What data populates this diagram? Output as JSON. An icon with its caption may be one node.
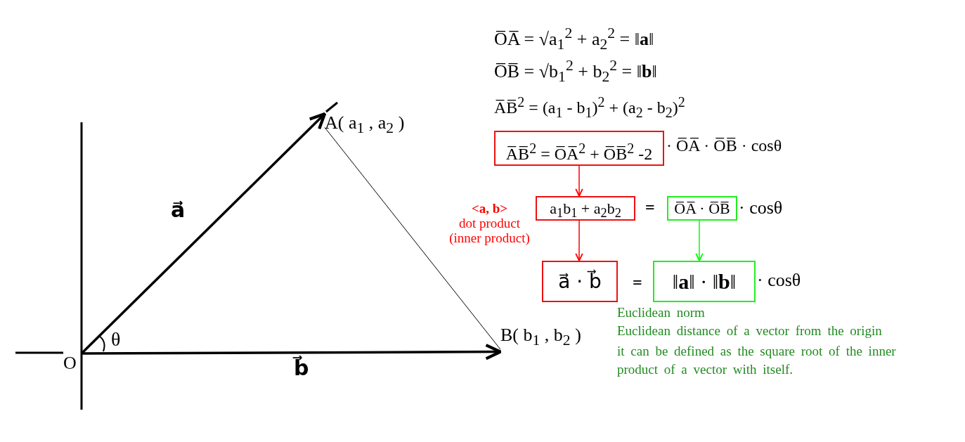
{
  "diagram": {
    "nodes": [
      {
        "text": [
          "O"
        ]
      },
      {
        "text": [
          "A( a$_{1}$ , a$_{2}$ )"
        ]
      },
      {
        "text": [
          "B( b$_{1}$ , b$_{2}$ )"
        ]
      },
      {
        "text": [
          "A̅B̅$^{2}$ = O̅A̅$^{2}$ + O̅B̅$^{2}$ -2"
        ],
        "beside": [
          "· O̅A̅ · O̅B̅ · cosθ"
        ]
      },
      {
        "text": [
          "a$_{1}$b$_{1}$ + a$_{2}$b$_{2}$"
        ],
        "beside": [
          "<a, b>",
          "dot product",
          "(inner product)"
        ]
      },
      {
        "text": [
          "O̅A̅ · O̅B̅"
        ],
        "beside": [
          "· cosθ"
        ]
      },
      {
        "text": [
          "a⃗ · b⃗"
        ]
      },
      {
        "text": [
          "‖**a**‖ · ‖**b**‖"
        ],
        "beside": [
          "· cosθ"
        ]
      }
    ],
    "edges": [
      {
        "from": 0,
        "to": 1,
        "arrow": "to",
        "label": "a⃗"
      },
      {
        "from": 0,
        "to": 2,
        "arrow": "to",
        "label": "b⃗"
      },
      {
        "from": 1,
        "to": 2,
        "arrow": "none"
      },
      {
        "from": 3,
        "to": 4,
        "arrow": "to",
        "color": "#ff0000"
      },
      {
        "from": 4,
        "to": 6,
        "arrow": "to",
        "color": "#ff0000"
      },
      {
        "from": 5,
        "to": 7,
        "arrow": "to",
        "color": "#00ff00"
      }
    ],
    "labels": [
      "O̅A̅ = √a$_{1}$$^{2}$ + a$_{2}$$^{2}$ = ‖**a**‖",
      "O̅B̅ = √b$_{1}$$^{2}$ + b$_{2}$$^{2}$ = ‖**b**‖",
      "A̅B̅$^{2}$ = (a$_{1}$ - b$_{1}$)$^{2}$ + (a$_{2}$ - b$_{2}$)$^{2}$",
      "=",
      "=",
      "θ",
      "Euclidean norm",
      "Euclidean distance of a vector from the origin",
      "it can be defined as the square root of the inner product of a vector with itself."
    ]
  }
}
